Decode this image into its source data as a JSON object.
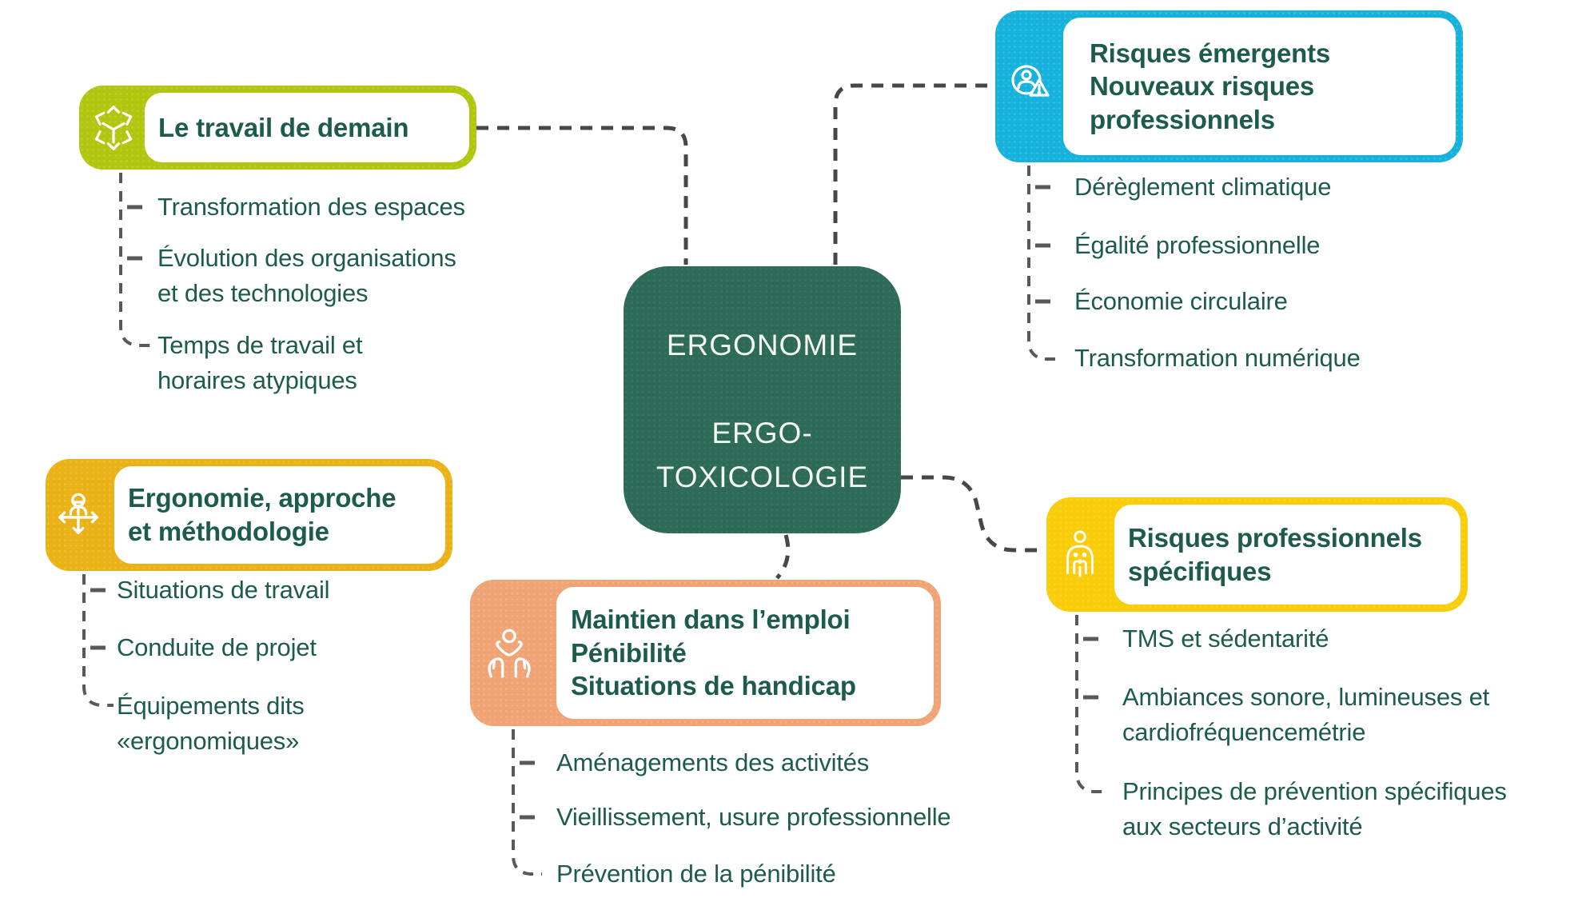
{
  "colors": {
    "lime": "#b0c60f",
    "cyan": "#16b2dc",
    "teal": "#2d6a58",
    "gold": "#eab217",
    "yellow": "#f9cd0a",
    "orange": "#f0a475",
    "ink": "#1d5b4d",
    "wire": "#474747",
    "tree": "#595959"
  },
  "center": {
    "lines": [
      "ERGONOMIE",
      "",
      "ERGO-",
      "TOXICOLOGIE"
    ]
  },
  "branches": {
    "travail": {
      "icon": "expand-3d-icon",
      "title": [
        "Le travail de demain"
      ],
      "items": [
        [
          "Transformation des espaces"
        ],
        [
          "Évolution des organisations",
          "et des technologies"
        ],
        [
          "Temps de travail et",
          "horaires atypiques"
        ]
      ]
    },
    "emergents": {
      "icon": "person-alert-icon",
      "title": [
        "Risques émergents",
        "Nouveaux risques",
        "professionnels"
      ],
      "items": [
        [
          "Dérèglement climatique"
        ],
        [
          "Égalité professionnelle"
        ],
        [
          "Économie circulaire"
        ],
        [
          "Transformation numérique"
        ]
      ]
    },
    "methodo": {
      "icon": "person-move-arrows-icon",
      "title": [
        "Ergonomie, approche",
        "et méthodologie"
      ],
      "items": [
        [
          "Situations de travail"
        ],
        [
          "Conduite de projet"
        ],
        [
          "Équipements dits",
          "«ergonomiques»"
        ]
      ]
    },
    "maintien": {
      "icon": "hands-care-icon",
      "title": [
        "Maintien dans l’emploi",
        "Pénibilité",
        "Situations de handicap"
      ],
      "items": [
        [
          "Aménagements des activités"
        ],
        [
          "Vieillissement, usure professionnelle"
        ],
        [
          "Prévention de la pénibilité"
        ]
      ]
    },
    "specifiques": {
      "icon": "body-points-icon",
      "title": [
        "Risques professionnels",
        "spécifiques"
      ],
      "items": [
        [
          "TMS et sédentarité"
        ],
        [
          "Ambiances sonore, lumineuses et",
          "cardiofréquencemétrie"
        ],
        [
          "Principes de prévention spécifiques",
          "aux secteurs d’activité"
        ]
      ]
    }
  }
}
